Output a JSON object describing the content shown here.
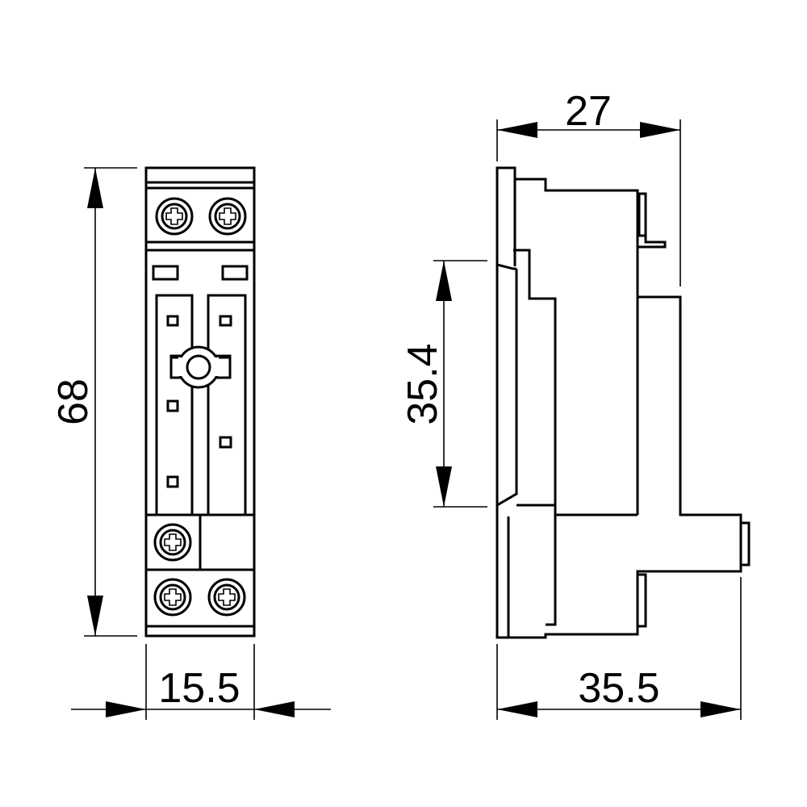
{
  "dimensions": {
    "front_height": "68",
    "front_width": "15.5",
    "side_top_width": "27",
    "side_rail_height": "35.4",
    "side_bottom_width": "35.5"
  }
}
